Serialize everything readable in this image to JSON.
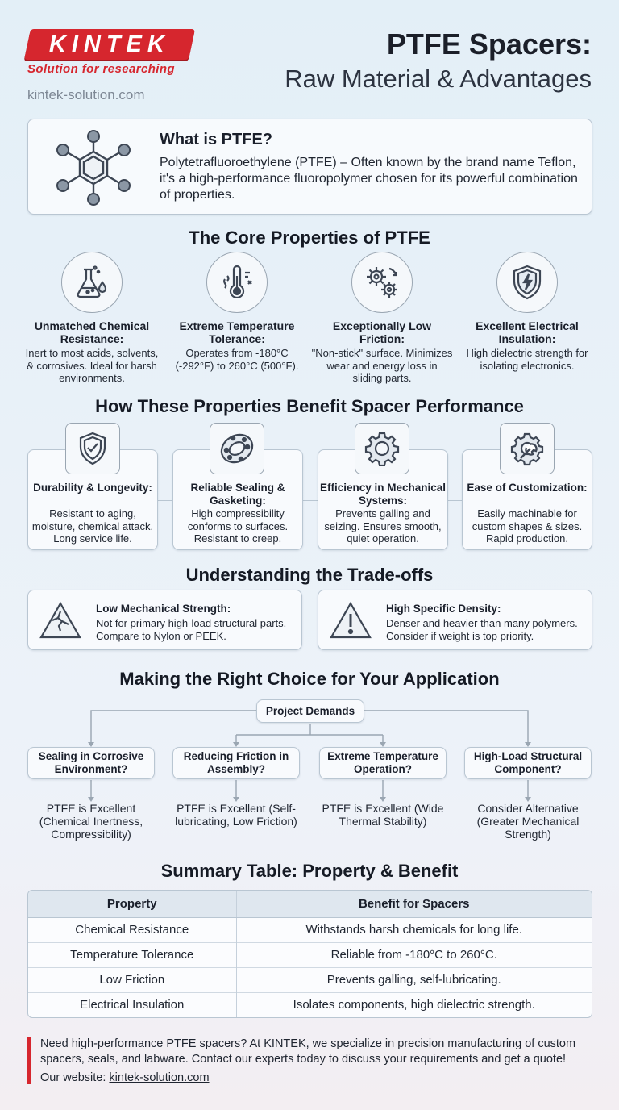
{
  "header": {
    "logo_text": "KINTEK",
    "tagline": "Solution for researching",
    "website": "kintek-solution.com",
    "title_line1": "PTFE Spacers:",
    "title_line2": "Raw Material & Advantages"
  },
  "what_is": {
    "title": "What is PTFE?",
    "description": "Polytetrafluoroethylene (PTFE) – Often known by the brand name Teflon, it's a high-performance fluoropolymer chosen for its powerful combination of properties.",
    "icon": "molecule-icon"
  },
  "core": {
    "heading": "The Core Properties of PTFE",
    "items": [
      {
        "title": "Unmatched Chemical Resistance:",
        "desc": "Inert to most acids, solvents, & corrosives. Ideal for harsh environments.",
        "icon": "flask-icon"
      },
      {
        "title": "Extreme Temperature Tolerance:",
        "desc": "Operates from -180°C (-292°F) to 260°C (500°F).",
        "icon": "thermometer-icon"
      },
      {
        "title": "Exceptionally Low Friction:",
        "desc": "\"Non-stick\" surface. Minimizes wear and energy loss in sliding parts.",
        "icon": "gears-icon"
      },
      {
        "title": "Excellent Electrical Insulation:",
        "desc": "High dielectric strength for isolating electronics.",
        "icon": "shield-bolt-icon"
      }
    ]
  },
  "benefits": {
    "heading": "How These Properties Benefit Spacer Performance",
    "items": [
      {
        "title": "Durability & Longevity:",
        "desc": "Resistant to aging, moisture, chemical attack. Long service life.",
        "icon": "shield-check-icon"
      },
      {
        "title": "Reliable Sealing & Gasketing:",
        "desc": "High compressibility conforms to surfaces. Resistant to creep.",
        "icon": "gasket-icon"
      },
      {
        "title": "Efficiency in Mechanical Systems:",
        "desc": "Prevents galling and seizing. Ensures smooth, quiet operation.",
        "icon": "gear-icon"
      },
      {
        "title": "Ease of Customization:",
        "desc": "Easily machinable for custom shapes & sizes. Rapid production.",
        "icon": "wrench-gear-icon"
      }
    ]
  },
  "tradeoffs": {
    "heading": "Understanding the Trade-offs",
    "items": [
      {
        "title": "Low Mechanical Strength:",
        "desc1": "Not for primary high-load structural parts.",
        "desc2": "Compare to Nylon or PEEK.",
        "icon": "cracked-warning-icon"
      },
      {
        "title": "High Specific Density:",
        "desc1": "Denser and heavier than many polymers.",
        "desc2": "Consider if weight is top priority.",
        "icon": "warning-icon"
      }
    ]
  },
  "decision": {
    "heading": "Making the Right Choice for Your Application",
    "root": "Project Demands",
    "nodes": [
      {
        "question": "Sealing in Corrosive Environment?",
        "outcome": "PTFE is Excellent (Chemical Inertness, Compressibility)"
      },
      {
        "question": "Reducing Friction in Assembly?",
        "outcome": "PTFE is Excellent (Self-lubricating, Low Friction)"
      },
      {
        "question": "Extreme Temperature Operation?",
        "outcome": "PTFE is Excellent (Wide Thermal Stability)"
      },
      {
        "question": "High-Load Structural Component?",
        "outcome": "Consider Alternative (Greater Mechanical Strength)"
      }
    ]
  },
  "summary": {
    "heading": "Summary Table: Property & Benefit",
    "columns": [
      "Property",
      "Benefit for Spacers"
    ],
    "rows": [
      [
        "Chemical Resistance",
        "Withstands harsh chemicals for long life."
      ],
      [
        "Temperature Tolerance",
        "Reliable from -180°C to 260°C."
      ],
      [
        "Low Friction",
        "Prevents galling, self-lubricating."
      ],
      [
        "Electrical Insulation",
        "Isolates components, high dielectric strength."
      ]
    ]
  },
  "footer": {
    "text": "Need high-performance PTFE spacers? At KINTEK, we specialize in precision manufacturing of custom spacers, seals, and labware. Contact our experts today to discuss your requirements and get a quote!",
    "website_label": "Our website: ",
    "website_link": "kintek-solution.com"
  },
  "colors": {
    "brand_red": "#d6262e",
    "border": "#b9c6d2",
    "icon_stroke": "#3d4654"
  }
}
